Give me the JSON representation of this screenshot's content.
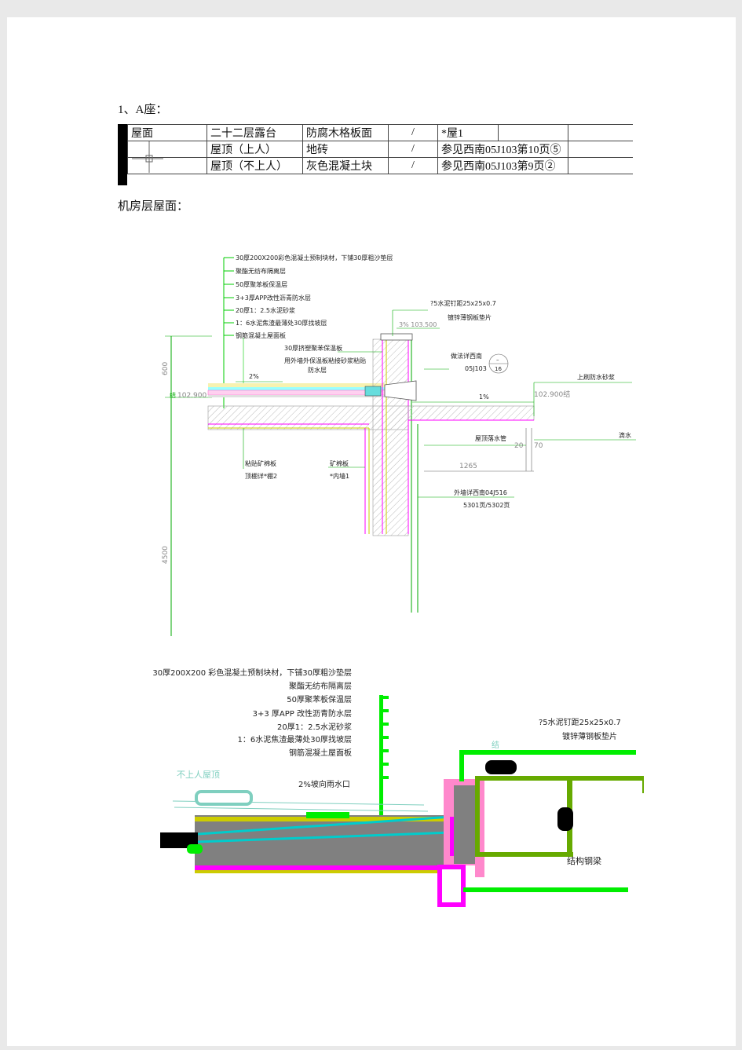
{
  "heading": "1、A座：",
  "table": {
    "rows": [
      [
        "屋面",
        "二十二层露台",
        "防腐木格板面",
        "/",
        "*屋1",
        ""
      ],
      [
        "",
        "屋顶（上人）",
        "地砖",
        "/",
        "参见西南05J103第10页⑤",
        ""
      ],
      [
        "",
        "屋顶（不上人）",
        "灰色混凝土块",
        "/",
        "参见西南05J103第9页②",
        ""
      ]
    ]
  },
  "subheading": "机房层屋面：",
  "drawing1": {
    "layers": [
      "30厚200X200彩色混凝土预制块材，下铺30厚粗沙垫层",
      "聚酯无纺布隔离层",
      "50厚聚苯板保温层",
      "3+3厚APP改性沥青防水层",
      "20厚1：2.5水泥砂浆",
      "1：6水泥焦渣最薄处30厚找坡层",
      "钢筋混凝土屋面板"
    ],
    "nail_note": "?5水泥钉距25x25x0.7",
    "nail_note2": "镀锌薄钢板垫片",
    "elev_top": "3% 103.500",
    "insulation_note": "30厚挤塑聚苯保温板",
    "insulation_note2": "用外墙外保温板粘接砂浆粘贴",
    "waterproof_layer": "防水层",
    "ref_note": "做法详西南",
    "ref_code": "05J103",
    "detail_num": "16",
    "detail_top": "–",
    "right_note": "上刷防水砂浆",
    "slope_left": "2%",
    "slope_right": "1%",
    "elev_left": "102.900",
    "elev_left_prefix": "结",
    "elev_right": "102.900结",
    "dim_600": "600",
    "dim_4500": "4500",
    "dim_1265": "1265",
    "dim_20": "20",
    "dim_70": "70",
    "drain_pipe": "屋顶落水管",
    "drip": "滴水",
    "ceiling_label": "粘贴矿棉板",
    "ceiling_ref": "顶棚详*棚2",
    "board_label": "矿棉板",
    "board_ref": "*内墙1",
    "wall_ref": "外墙详西南04J516",
    "wall_ref2": "5301页/5302页"
  },
  "drawing2": {
    "layers": [
      "30厚200X200 彩色混凝土预制块材，下铺30厚粗沙垫层",
      "聚酯无纺布隔离层",
      "50厚聚苯板保温层",
      "3+3 厚APP 改性沥青防水层",
      "20厚1：2.5水泥砂浆",
      "1：6水泥焦渣最薄处30厚找坡层",
      "钢筋混凝土屋面板"
    ],
    "roof_label": "不上人屋顶",
    "slope_note": "2%坡向雨水口",
    "nail_note": "?5水泥钉距25x25x0.7",
    "nail_note2": "镀锌薄钢板垫片",
    "beam_label": "结构钢梁",
    "mark": "结"
  }
}
